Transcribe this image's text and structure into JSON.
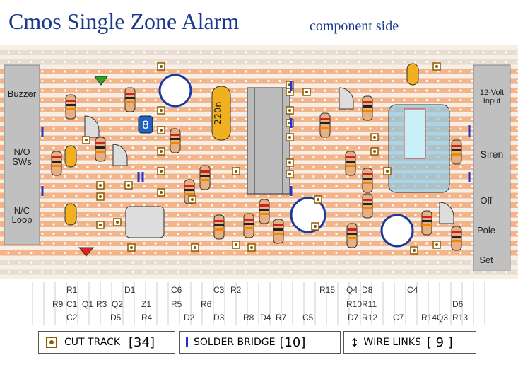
{
  "title": "Cmos Single Zone Alarm",
  "subtitle": "component side",
  "terminals_left": [
    {
      "label": "Buzzer"
    },
    {
      "label": "N/O"
    },
    {
      "label": "SWs"
    },
    {
      "label": "N/C"
    },
    {
      "label": "Loop"
    }
  ],
  "terminals_right": [
    {
      "label": "12-Volt"
    },
    {
      "label": "Input"
    },
    {
      "label": "Siren"
    },
    {
      "label": "Off"
    },
    {
      "label": "Pole"
    },
    {
      "label": "Set"
    }
  ],
  "component_labels": {
    "capacitor_220n": "220n",
    "relay_8": "8"
  },
  "parts_row1": [
    "R1",
    "D1",
    "C6",
    "C3",
    "R2",
    "R15",
    "Q4",
    "D8",
    "C4"
  ],
  "parts_row2": [
    "R9",
    "C1",
    "Q1",
    "R3",
    "Q2",
    "Z1",
    "R5",
    "R6",
    "R10",
    "R11",
    "D6"
  ],
  "parts_row3": [
    "C2",
    "D5",
    "R4",
    "D2",
    "D3",
    "R8",
    "D4",
    "R7",
    "C5",
    "D7",
    "R12",
    "C7",
    "R14",
    "Q3",
    "R13"
  ],
  "legend": {
    "cut_track": {
      "label": "CUT TRACK",
      "count": "[34]"
    },
    "solder_bridge": {
      "label": "SOLDER BRIDGE",
      "count": "[10]"
    },
    "wire_links": {
      "label": "WIRE LINKS",
      "count": "[ 9 ]"
    }
  },
  "colors": {
    "title": "#1a3a8a",
    "track": "#f2b48a",
    "board": "#f7eee6",
    "terminal_block": "#c0c0c0",
    "link_blue": "#2233cc"
  }
}
